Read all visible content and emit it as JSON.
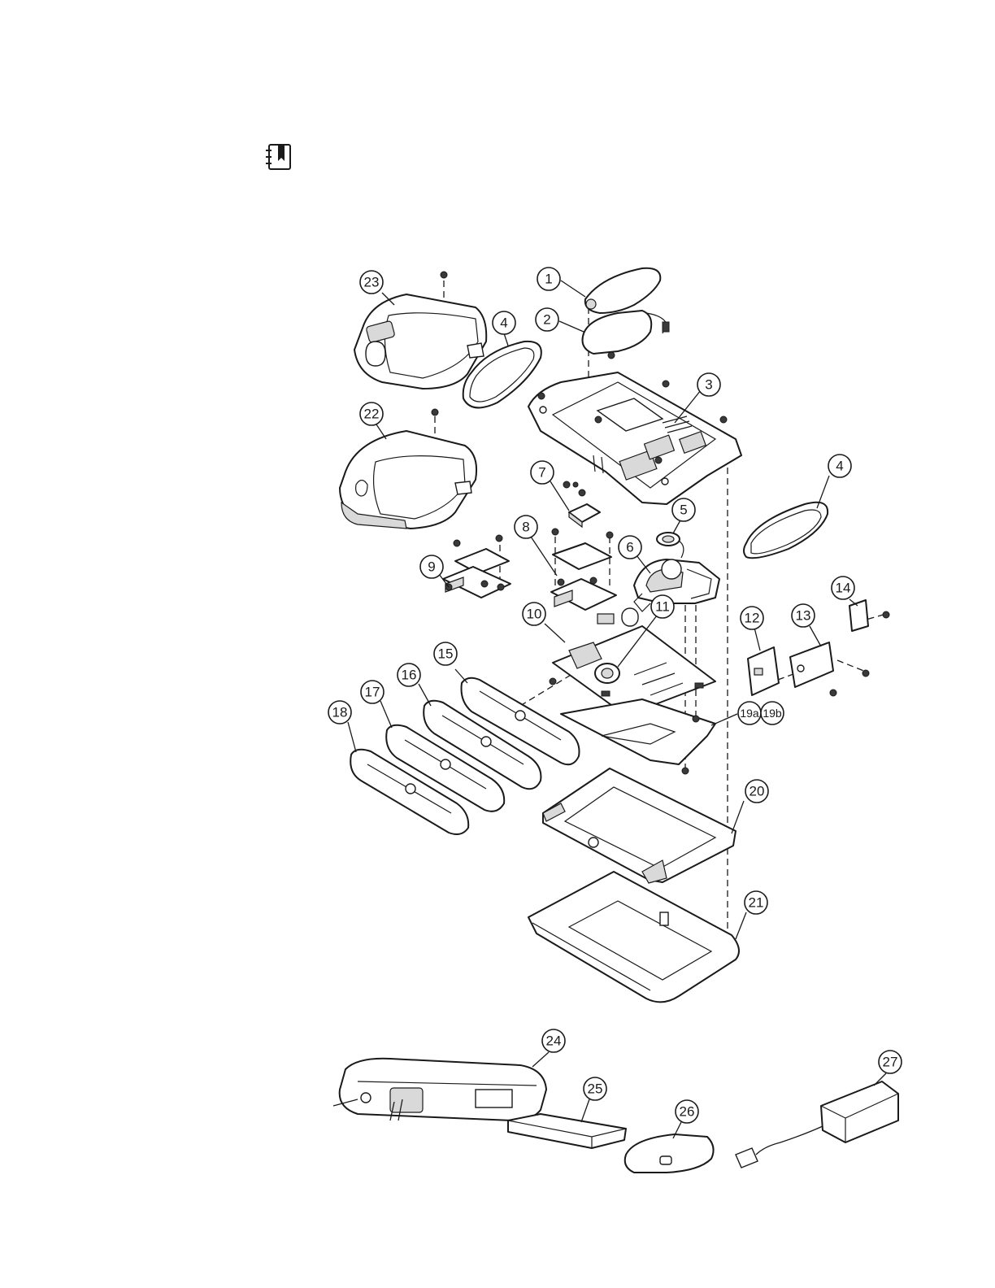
{
  "header": {
    "icon": "manual-bookmark-icon"
  },
  "diagram": {
    "callouts": [
      {
        "id": "c1",
        "label": "1"
      },
      {
        "id": "c2",
        "label": "2"
      },
      {
        "id": "c3",
        "label": "3"
      },
      {
        "id": "c4a",
        "label": "4"
      },
      {
        "id": "c4b",
        "label": "4"
      },
      {
        "id": "c5",
        "label": "5"
      },
      {
        "id": "c6",
        "label": "6"
      },
      {
        "id": "c7",
        "label": "7"
      },
      {
        "id": "c8",
        "label": "8"
      },
      {
        "id": "c9",
        "label": "9"
      },
      {
        "id": "c10",
        "label": "10"
      },
      {
        "id": "c11",
        "label": "11"
      },
      {
        "id": "c12",
        "label": "12"
      },
      {
        "id": "c13",
        "label": "13"
      },
      {
        "id": "c14",
        "label": "14"
      },
      {
        "id": "c15",
        "label": "15"
      },
      {
        "id": "c16",
        "label": "16"
      },
      {
        "id": "c17",
        "label": "17"
      },
      {
        "id": "c18",
        "label": "18"
      },
      {
        "id": "c19a",
        "label": "19a"
      },
      {
        "id": "c19b",
        "label": "19b"
      },
      {
        "id": "c20",
        "label": "20"
      },
      {
        "id": "c21",
        "label": "21"
      },
      {
        "id": "c22",
        "label": "22"
      },
      {
        "id": "c23",
        "label": "23"
      },
      {
        "id": "c24",
        "label": "24"
      },
      {
        "id": "c25",
        "label": "25"
      },
      {
        "id": "c26",
        "label": "26"
      },
      {
        "id": "c27",
        "label": "27"
      }
    ]
  }
}
